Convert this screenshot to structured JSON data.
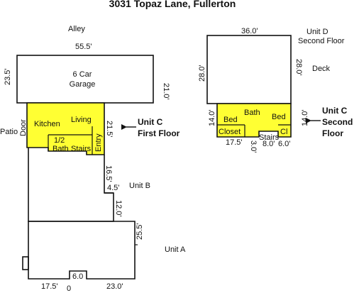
{
  "title": "3031 Topaz Lane, Fullerton",
  "labels": {
    "alley": "Alley",
    "patio": "Patio",
    "deck": "Deck",
    "garage": "6 Car",
    "garage2": "Garage",
    "unitD": "Unit D",
    "unitD2": "Second Floor",
    "unitB": "Unit B",
    "unitA": "Unit A",
    "unitC1a": "Unit C",
    "unitC1b": "First Floor",
    "unitC2a": "Unit C",
    "unitC2b": "Second",
    "unitC2c": "Floor"
  },
  "rooms_first": {
    "kitchen": "Kitchen",
    "living": "Living",
    "door": "Door",
    "half": "1/2",
    "bath": "Bath",
    "stairs": "Stairs",
    "entry": "Entry"
  },
  "rooms_second": {
    "bed_left": "Bed",
    "bath": "Bath",
    "bed_right": "Bed",
    "closet": "Closet",
    "stairs": "Stairs",
    "cl": "Cl"
  },
  "dims": {
    "d55_5": "55.5'",
    "d23_5": "23.5'",
    "d21_0": "21.0'",
    "d21_5": "21.5'",
    "d16_5": "16.5'",
    "d4_5": "4.5'",
    "d12_0": "12.0'",
    "d25_5": "25.5'",
    "d17_5a": "17.5'",
    "d23_0": "23.0'",
    "d6_0a": "6.0",
    "d0_a": "0",
    "d36_0": "36.0'",
    "d28_0l": "28.0'",
    "d28_0r": "28.0'",
    "d14_0l": "14.0'",
    "d14_0r": "14.0'",
    "d17_5b": "17.5'",
    "d3_0": "3.0'",
    "d8_0": "8.0'",
    "d6_0b": "6.0'"
  }
}
